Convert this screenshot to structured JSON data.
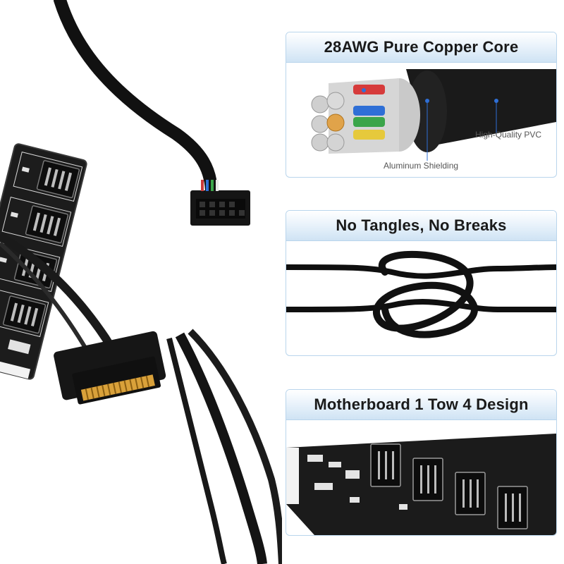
{
  "panels": {
    "copper": {
      "title": "28AWG Pure Copper Core",
      "callouts": {
        "pvc": "High-Quality PVC",
        "shielding": "Aluminum Shielding"
      }
    },
    "tangle": {
      "title": "No Tangles, No Breaks"
    },
    "board": {
      "title": "Motherboard 1 Tow 4 Design"
    }
  },
  "colors": {
    "panel_border": "#b9d5ec",
    "title_gradient_bottom": "#cfe3f4",
    "pcb": "#1c1c1c",
    "cable": "#111111",
    "copper": "#e0a34a"
  }
}
